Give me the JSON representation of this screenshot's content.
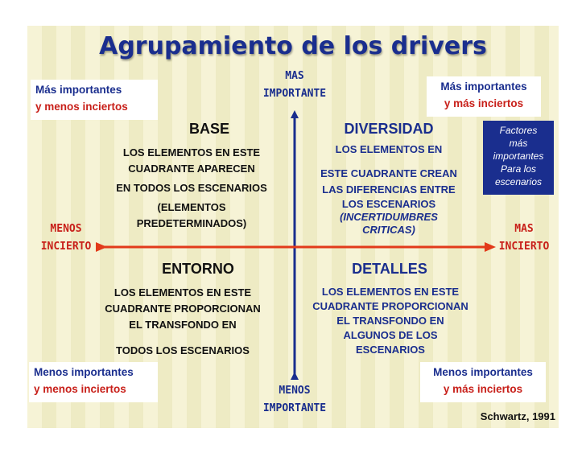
{
  "title": "Agrupamiento de los drivers",
  "axes": {
    "top": [
      "MAS",
      "IMPORTANTE"
    ],
    "bottom": [
      "MENOS",
      "IMPORTANTE"
    ],
    "left": [
      "MENOS",
      "INCIERTO"
    ],
    "right": [
      "MAS",
      "INCIERTO"
    ]
  },
  "corners": {
    "top_left": [
      "Más importantes",
      "y menos inciertos"
    ],
    "top_right": [
      "Más importantes",
      "y más inciertos"
    ],
    "bottom_left": [
      "Menos importantes",
      "y menos inciertos"
    ],
    "bottom_right": [
      "Menos importantes",
      "y más inciertos"
    ]
  },
  "quadrants": {
    "base": {
      "title": "BASE",
      "lines": [
        "LOS ELEMENTOS EN ESTE",
        "CUADRANTE APARECEN",
        "EN TODOS LOS ESCENARIOS",
        "(ELEMENTOS",
        "PREDETERMINADOS)"
      ]
    },
    "diversidad": {
      "title": "DIVERSIDAD",
      "lines": [
        "LOS ELEMENTOS EN",
        "ESTE CUADRANTE CREAN",
        "LAS DIFERENCIAS ENTRE",
        "LOS ESCENARIOS"
      ],
      "italic_lines": [
        "(INCERTIDUMBRES",
        "CRITICAS)"
      ]
    },
    "entorno": {
      "title": "ENTORNO",
      "lines": [
        "LOS ELEMENTOS EN ESTE",
        "CUADRANTE PROPORCIONAN",
        "EL TRANSFONDO EN",
        "TODOS LOS ESCENARIOS"
      ]
    },
    "detalles": {
      "title": "DETALLES",
      "lines": [
        "LOS ELEMENTOS EN ESTE",
        "CUADRANTE PROPORCIONAN",
        "EL TRANSFONDO EN",
        "ALGUNOS DE LOS",
        "ESCENARIOS"
      ]
    }
  },
  "factores": [
    "Factores",
    "más",
    "importantes",
    "Para los",
    "escenarios"
  ],
  "credit": "Schwartz, 1991",
  "colors": {
    "blue": "#1a2e8e",
    "red": "#c8201a",
    "background": "#f3f0cd"
  }
}
